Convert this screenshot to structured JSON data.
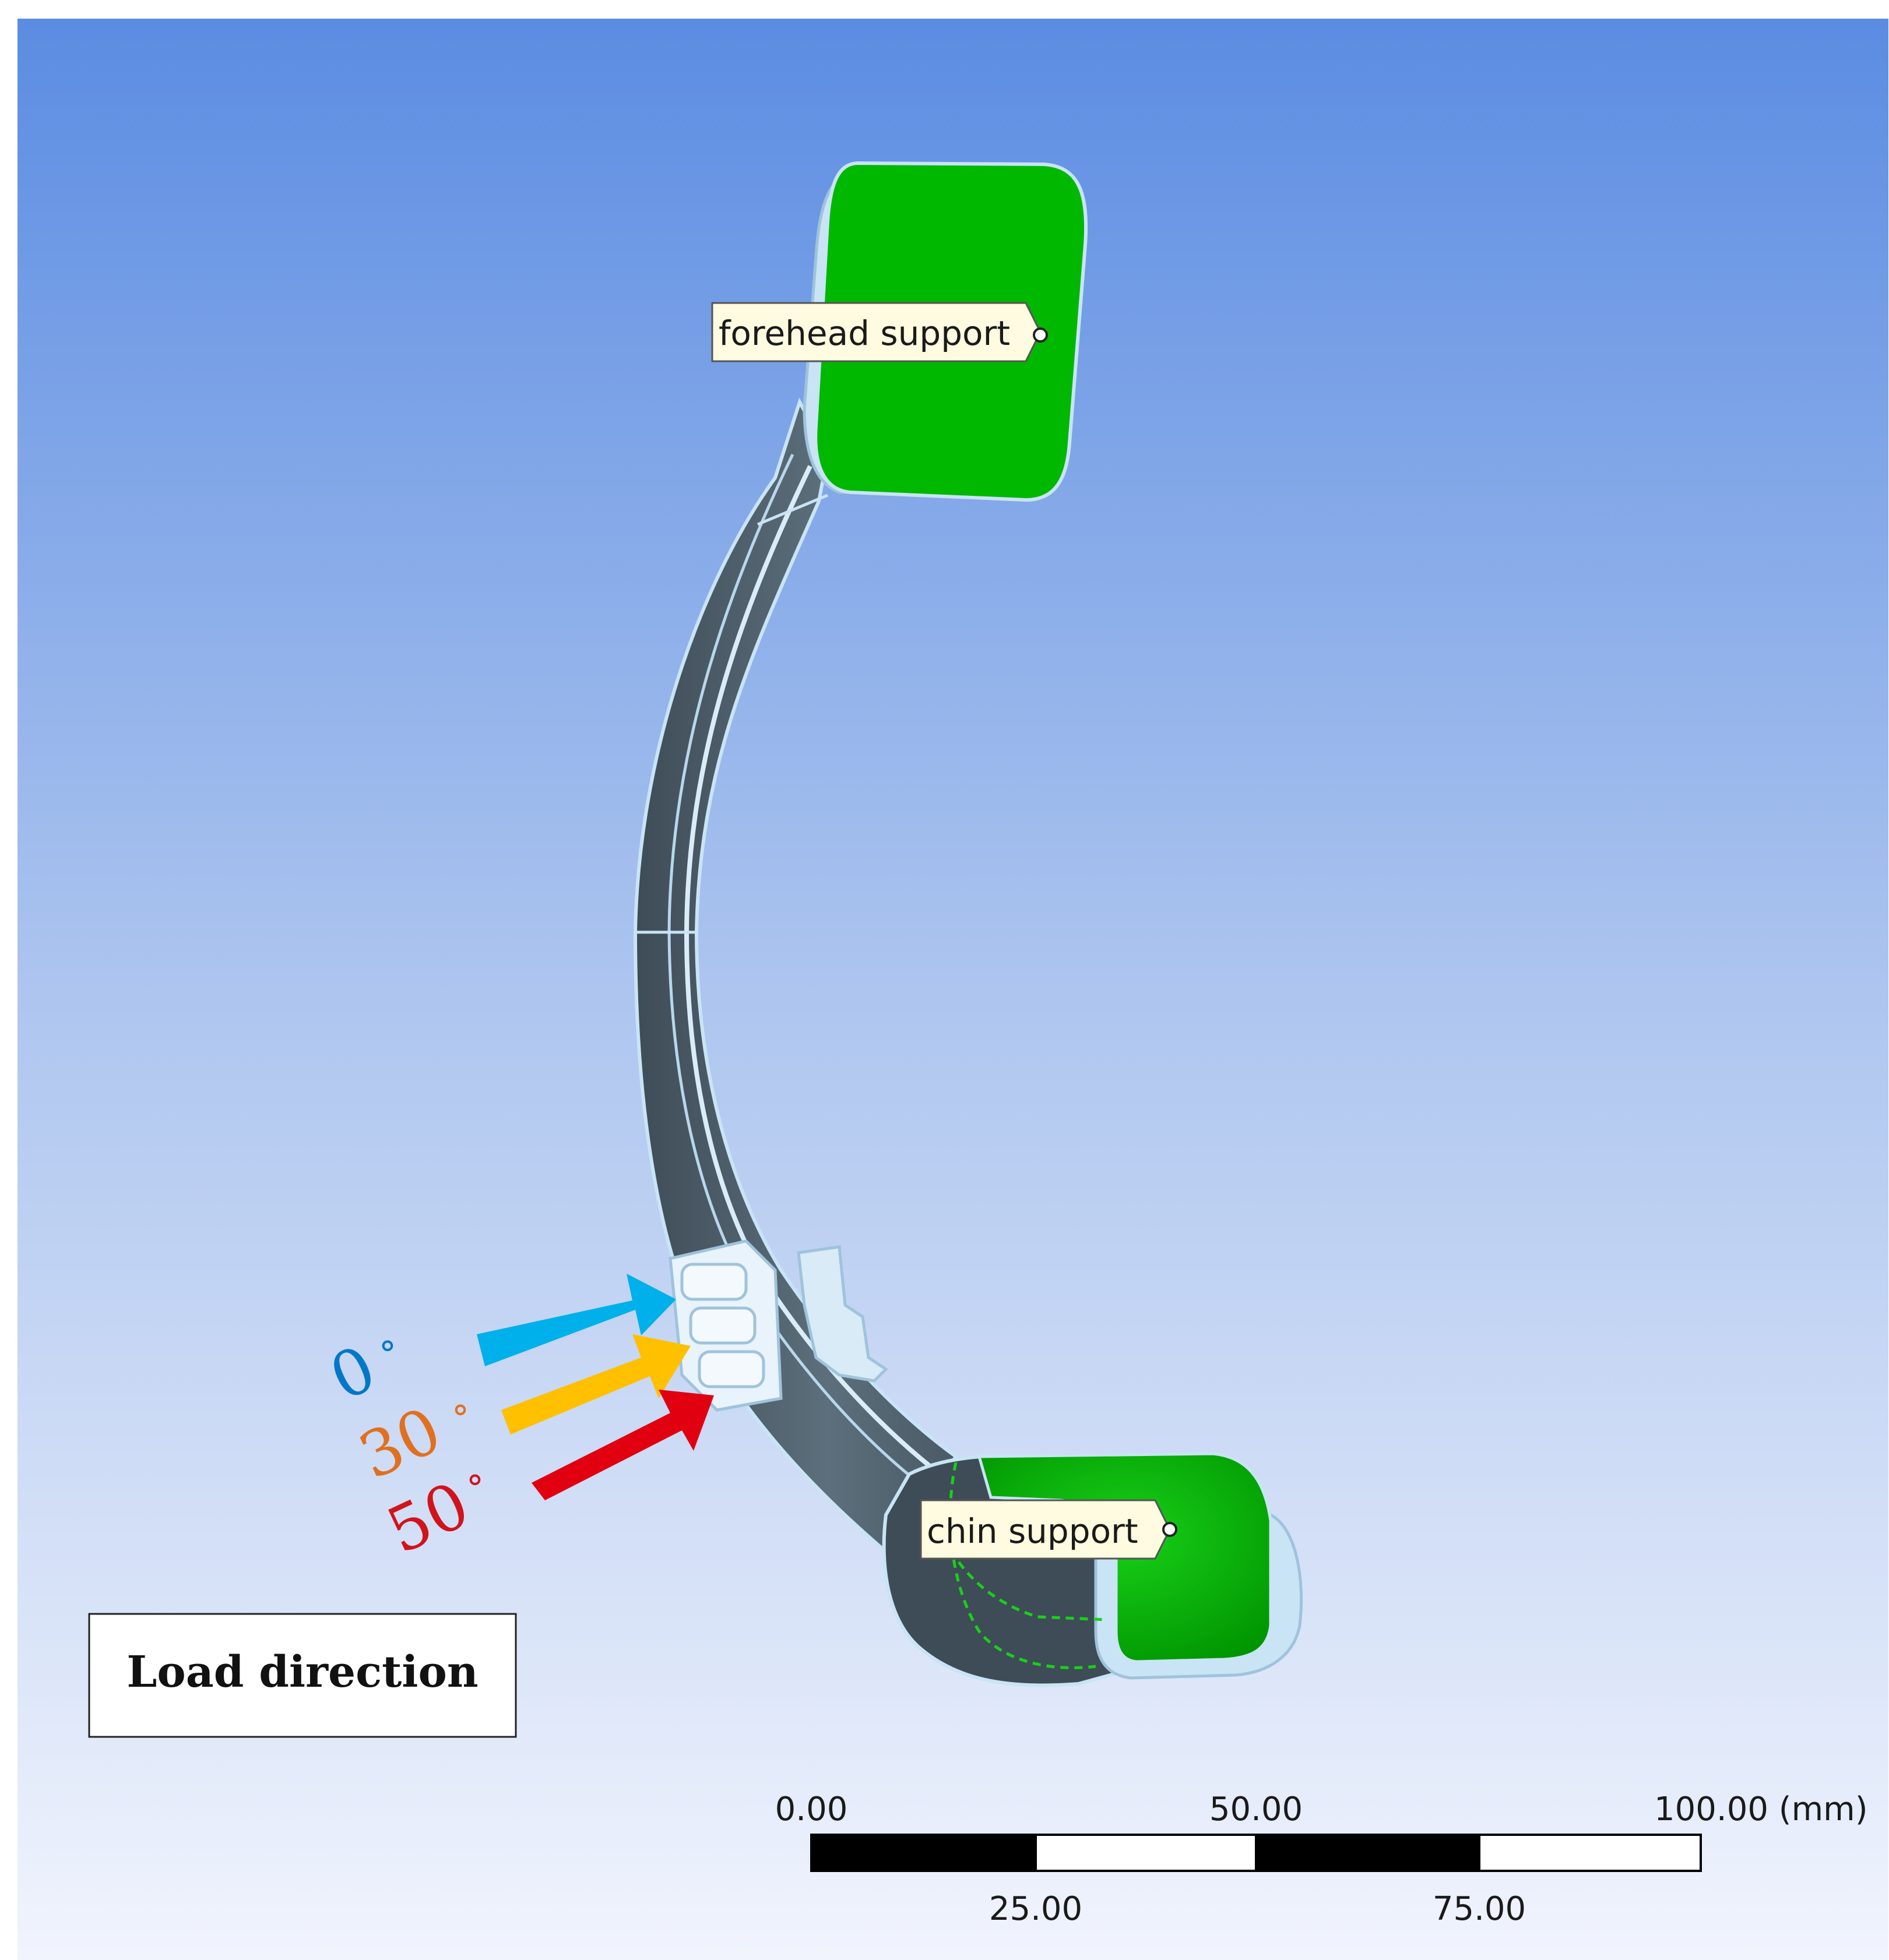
{
  "callouts": {
    "forehead": "forehead support",
    "chin": "chin support"
  },
  "load_angles": [
    {
      "label": "0",
      "degree_sign": "°",
      "color": "#0077c8",
      "arrow_color": "#00b0ea"
    },
    {
      "label": "30",
      "degree_sign": "°",
      "color": "#e0701f",
      "arrow_color": "#ffc000"
    },
    {
      "label": "50",
      "degree_sign": "°",
      "color": "#d0141c",
      "arrow_color": "#e00010"
    }
  ],
  "legend_box": {
    "label": "Load direction"
  },
  "scale_bar": {
    "top_labels": [
      "0.00",
      "50.00",
      "100.00 (mm)"
    ],
    "bottom_labels": [
      "25.00",
      "75.00"
    ]
  },
  "colors": {
    "background_top": "#5b8ce2",
    "background_bottom": "#f1f4fd",
    "support_pad": "#00b800",
    "frame_body": "#4a5a66",
    "frame_edge": "#c8e4f5"
  }
}
